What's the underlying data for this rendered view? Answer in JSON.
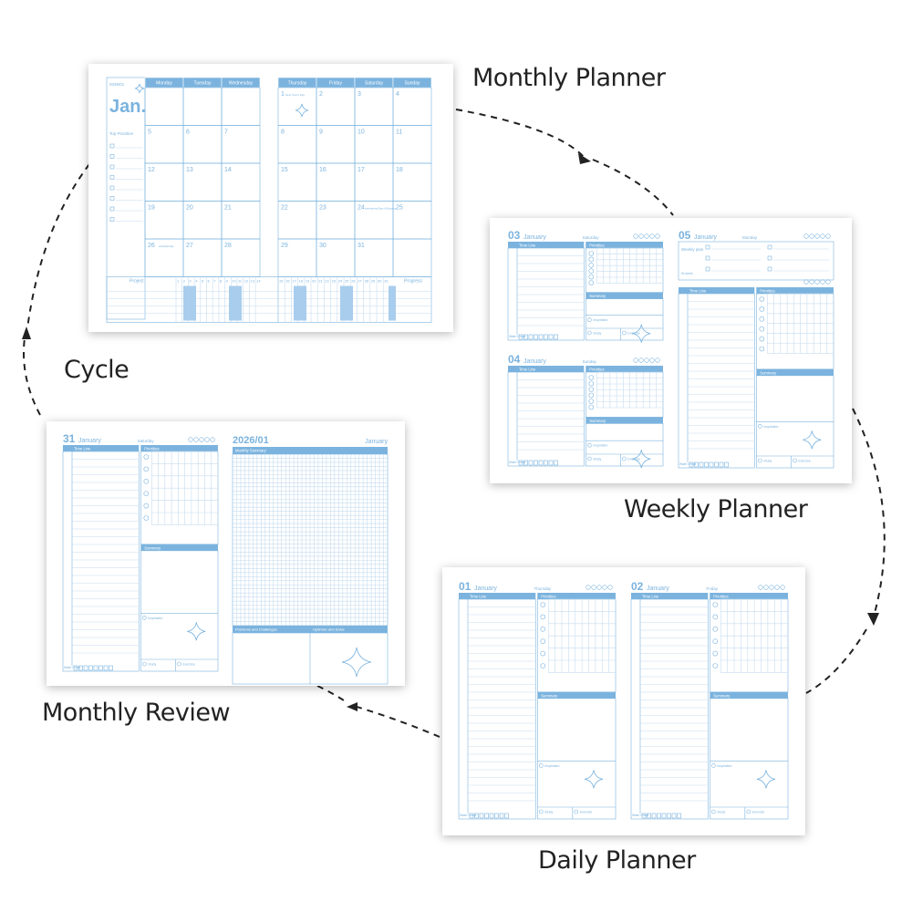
{
  "colors": {
    "accent": "#7bb3de",
    "accent_light": "#a9cdec",
    "label": "#222222",
    "line": "#c6dcef"
  },
  "labels": {
    "monthly_planner": "Monthly Planner",
    "weekly_planner": "Weekly Planner",
    "daily_planner": "Daily Planner",
    "monthly_review": "Monthly Review",
    "cycle": "Cycle"
  },
  "monthly": {
    "year_month": "2026/01",
    "month": "Jan.",
    "top_priorities": "Top Priorities",
    "days": [
      "Monday",
      "Tuesday",
      "Wednesday",
      "Thursday",
      "Friday",
      "Saturday",
      "Sunday"
    ],
    "project": "Project",
    "progress": "Progress",
    "holiday_1": "New Year's Day",
    "holiday_26": "Australia Day",
    "holiday_24": "International Day of Education",
    "left_dates": [
      [
        "",
        "",
        ""
      ],
      [
        "5",
        "6",
        "7"
      ],
      [
        "12",
        "13",
        "14"
      ],
      [
        "19",
        "20",
        "21"
      ],
      [
        "26",
        "27",
        "28"
      ]
    ],
    "right_dates": [
      [
        "1",
        "2",
        "3",
        "4"
      ],
      [
        "8",
        "9",
        "10",
        "11"
      ],
      [
        "15",
        "16",
        "17",
        "18"
      ],
      [
        "22",
        "23",
        "24",
        "25"
      ],
      [
        "29",
        "30",
        "31",
        ""
      ]
    ],
    "left_scale": [
      "1",
      "2",
      "3",
      "4",
      "5",
      "6",
      "7",
      "8",
      "9",
      "10",
      "11",
      "12",
      "13",
      "14"
    ],
    "right_scale": [
      "15",
      "16",
      "17",
      "18",
      "19",
      "20",
      "21",
      "22",
      "23",
      "24",
      "25",
      "26",
      "27",
      "28",
      "29",
      "30",
      "31"
    ]
  },
  "weekly": {
    "p1": {
      "num": "03",
      "month": "January",
      "day": "Saturday"
    },
    "p2": {
      "num": "04",
      "month": "January",
      "day": "Sunday"
    },
    "p3": {
      "num": "05",
      "month": "January",
      "day": "Monday"
    },
    "weekly_plan": "Weekly plan",
    "w": "W week"
  },
  "daily": {
    "p1": {
      "num": "01",
      "month": "January",
      "day": "Thursday"
    },
    "p2": {
      "num": "02",
      "month": "January",
      "day": "Friday"
    }
  },
  "review": {
    "p1": {
      "num": "31",
      "month": "January",
      "day": "Saturday"
    },
    "title": "2026/01",
    "month": "January",
    "monthly_summary": "Monthly Summary",
    "problems": "Problems and Challenges",
    "optimize": "Optimize and Solve"
  },
  "common": {
    "time_line": "Time Line",
    "priorities": "Priorities",
    "summary": "Summary",
    "inspiration": "Inspiration",
    "inspiration_summary": "Inspiration or Summary",
    "study": "Study",
    "exercise": "Exercise",
    "water": "Water Check"
  }
}
